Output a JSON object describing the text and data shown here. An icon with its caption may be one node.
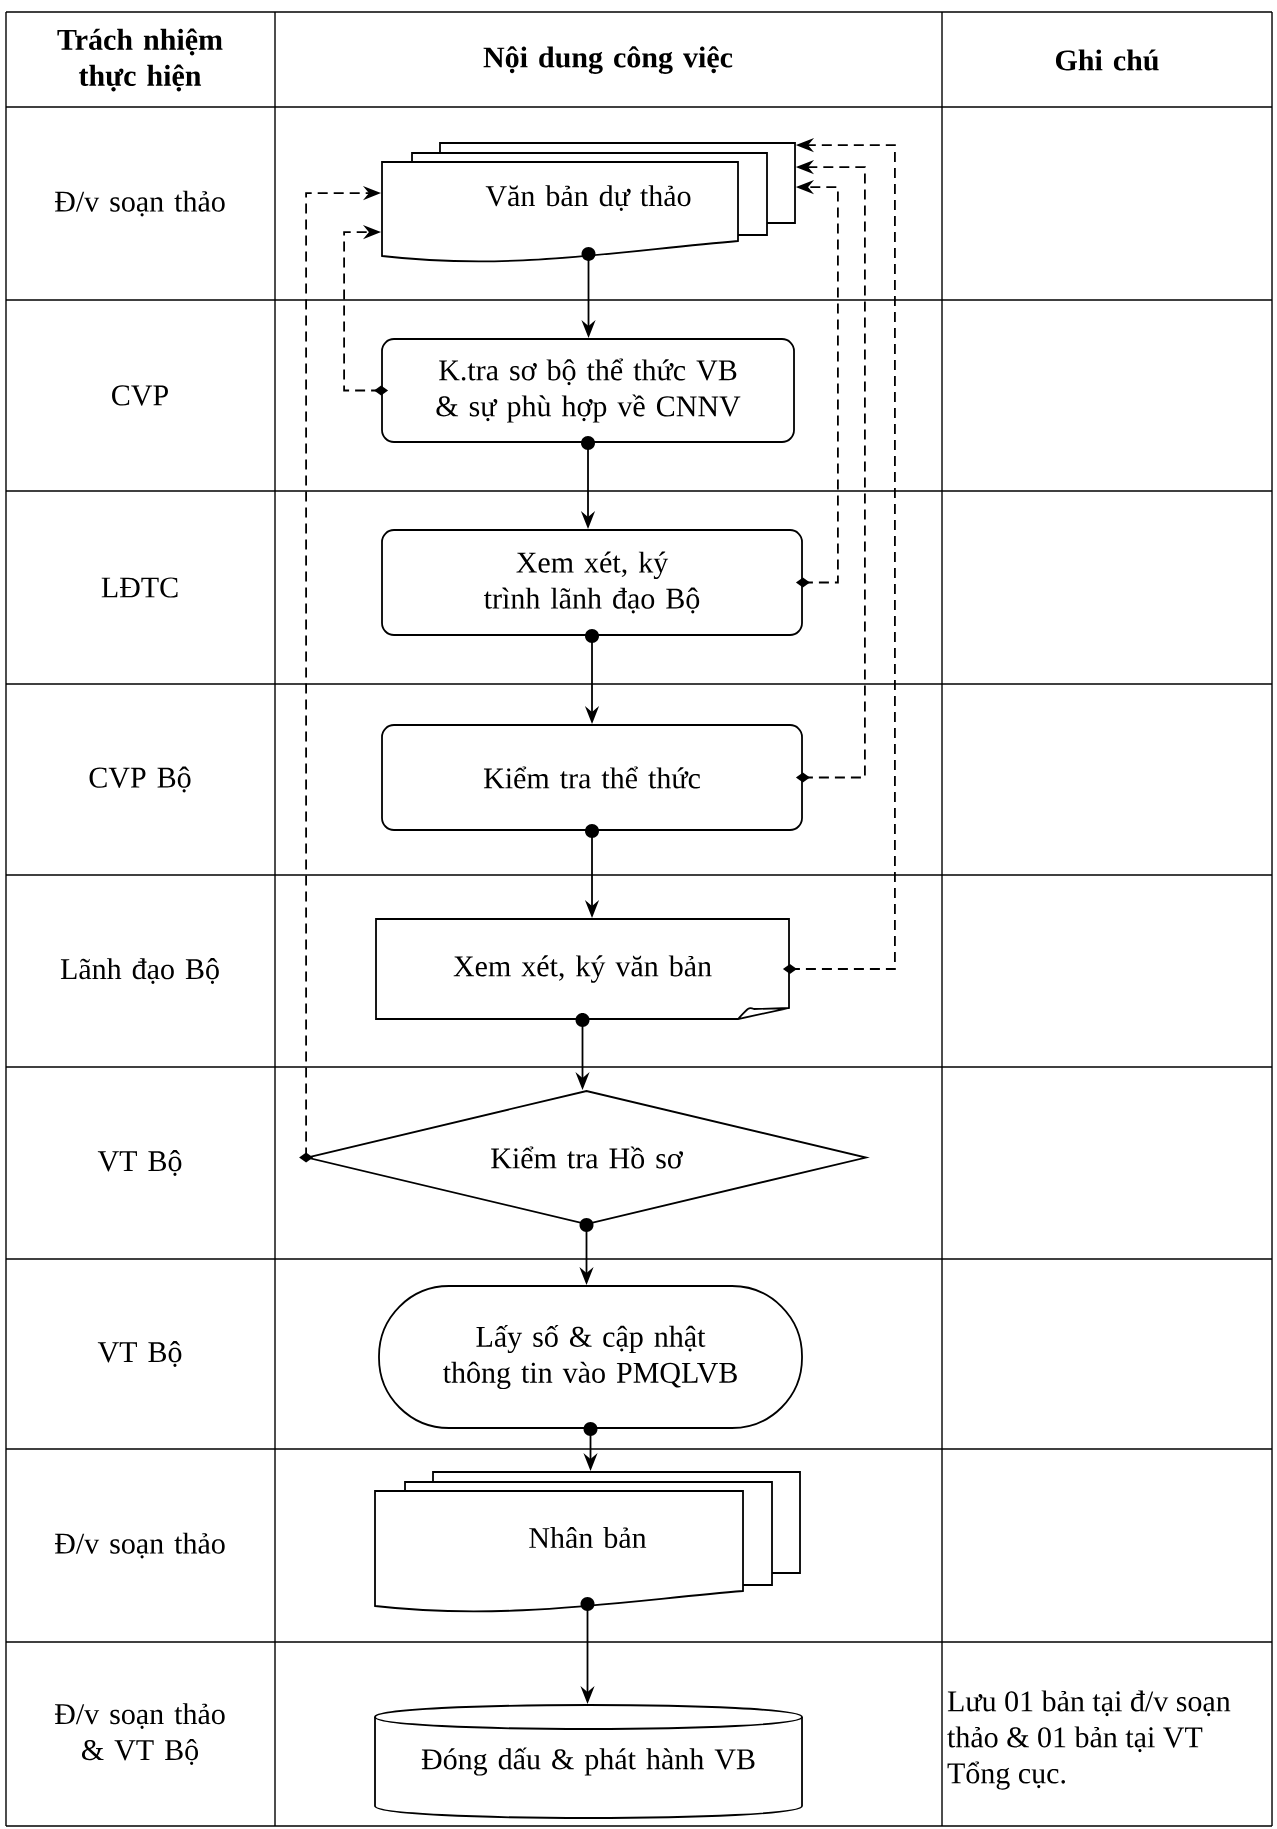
{
  "diagram": {
    "nodes": [
      {
        "text": [
          "Văn bản dự thảo"
        ]
      },
      {
        "text": [
          "K.tra sơ bộ thể thức VB & sự phù hợp về CNNV"
        ]
      },
      {
        "text": [
          "Xem xét, ký trình lãnh đạo Bộ"
        ]
      },
      {
        "text": [
          "Kiểm tra thể thức"
        ]
      },
      {
        "text": [
          "Xem xét, ký văn bản"
        ]
      },
      {
        "text": [
          "Kiểm tra Hồ sơ"
        ]
      },
      {
        "text": [
          "Lấy số & cập nhật thông tin vào PMQLVB"
        ]
      },
      {
        "text": [
          "Nhân bản"
        ]
      },
      {
        "text": [
          "Đóng dấu & phát hành VB"
        ]
      }
    ],
    "edges": [
      {
        "from": 0,
        "to": 1,
        "arrow": "to"
      },
      {
        "from": 1,
        "to": 2,
        "arrow": "to"
      },
      {
        "from": 2,
        "to": 3,
        "arrow": "to"
      },
      {
        "from": 3,
        "to": 4,
        "arrow": "to"
      },
      {
        "from": 4,
        "to": 5,
        "arrow": "to"
      },
      {
        "from": 5,
        "to": 6,
        "arrow": "to"
      },
      {
        "from": 6,
        "to": 7,
        "arrow": "to"
      },
      {
        "from": 7,
        "to": 8,
        "arrow": "to"
      },
      {
        "from": 1,
        "to": 0,
        "arrow": "to",
        "style": "dashed"
      },
      {
        "from": 5,
        "to": 0,
        "arrow": "to",
        "style": "dashed"
      },
      {
        "from": 2,
        "to": 0,
        "arrow": "to",
        "style": "dashed"
      },
      {
        "from": 3,
        "to": 0,
        "arrow": "to",
        "style": "dashed"
      },
      {
        "from": 4,
        "to": 0,
        "arrow": "to",
        "style": "dashed"
      }
    ],
    "labels": [
      "Trách nhiệm thực hiện",
      "Nội dung công việc",
      "Ghi chú",
      "Đ/v soạn thảo",
      "CVP",
      "LĐTC",
      "CVP Bộ",
      "Lãnh đạo Bộ",
      "VT Bộ",
      "VT Bộ",
      "Đ/v soạn thảo",
      "Đ/v soạn thảo & VT Bộ",
      "Lưu 01 bản tại đ/v soạn thảo & 01 bản tại VT Tổng cục."
    ]
  }
}
